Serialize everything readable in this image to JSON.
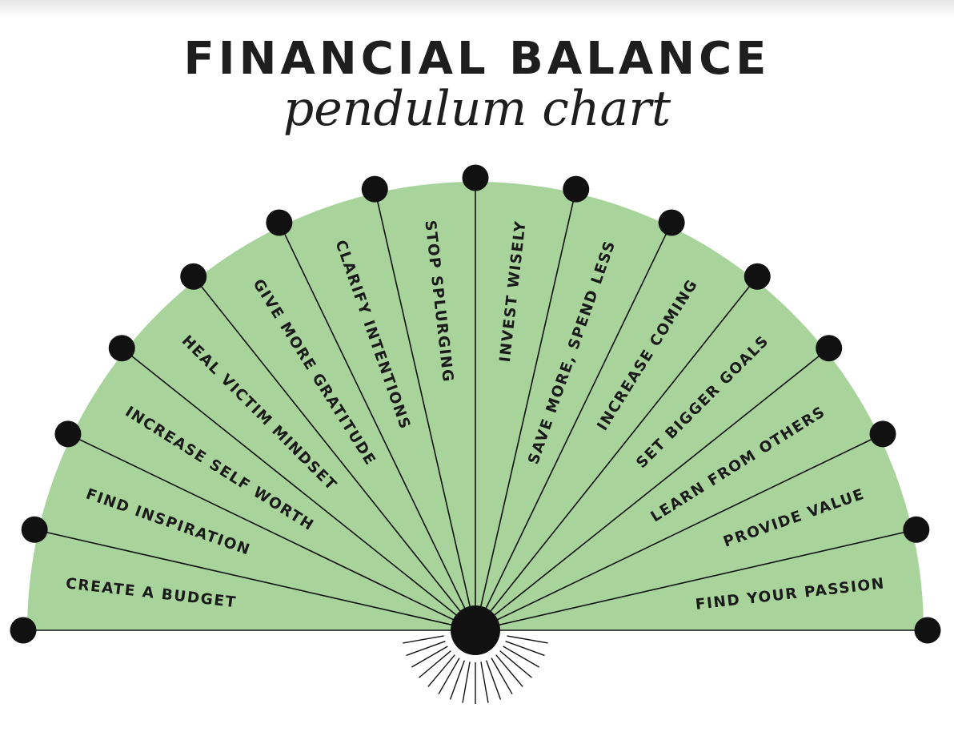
{
  "title": "FINANCIAL BALANCE",
  "subtitle": "pendulum chart",
  "colors": {
    "fan": "#a8d49c",
    "ink": "#111111"
  },
  "segments": [
    "CREATE A BUDGET",
    "FIND INSPIRATION",
    "INCREASE SELF WORTH",
    "HEAL VICTIM MINDSET",
    "GIVE MORE GRATITUDE",
    "CLARIFY INTENTIONS",
    "STOP SPLURGING",
    "INVEST WISELY",
    "SAVE MORE, SPEND LESS",
    "INCREASE COMING",
    "SET BIGGER GOALS",
    "LEARN FROM OTHERS",
    "PROVIDE VALUE",
    "FIND YOUR PASSION"
  ]
}
